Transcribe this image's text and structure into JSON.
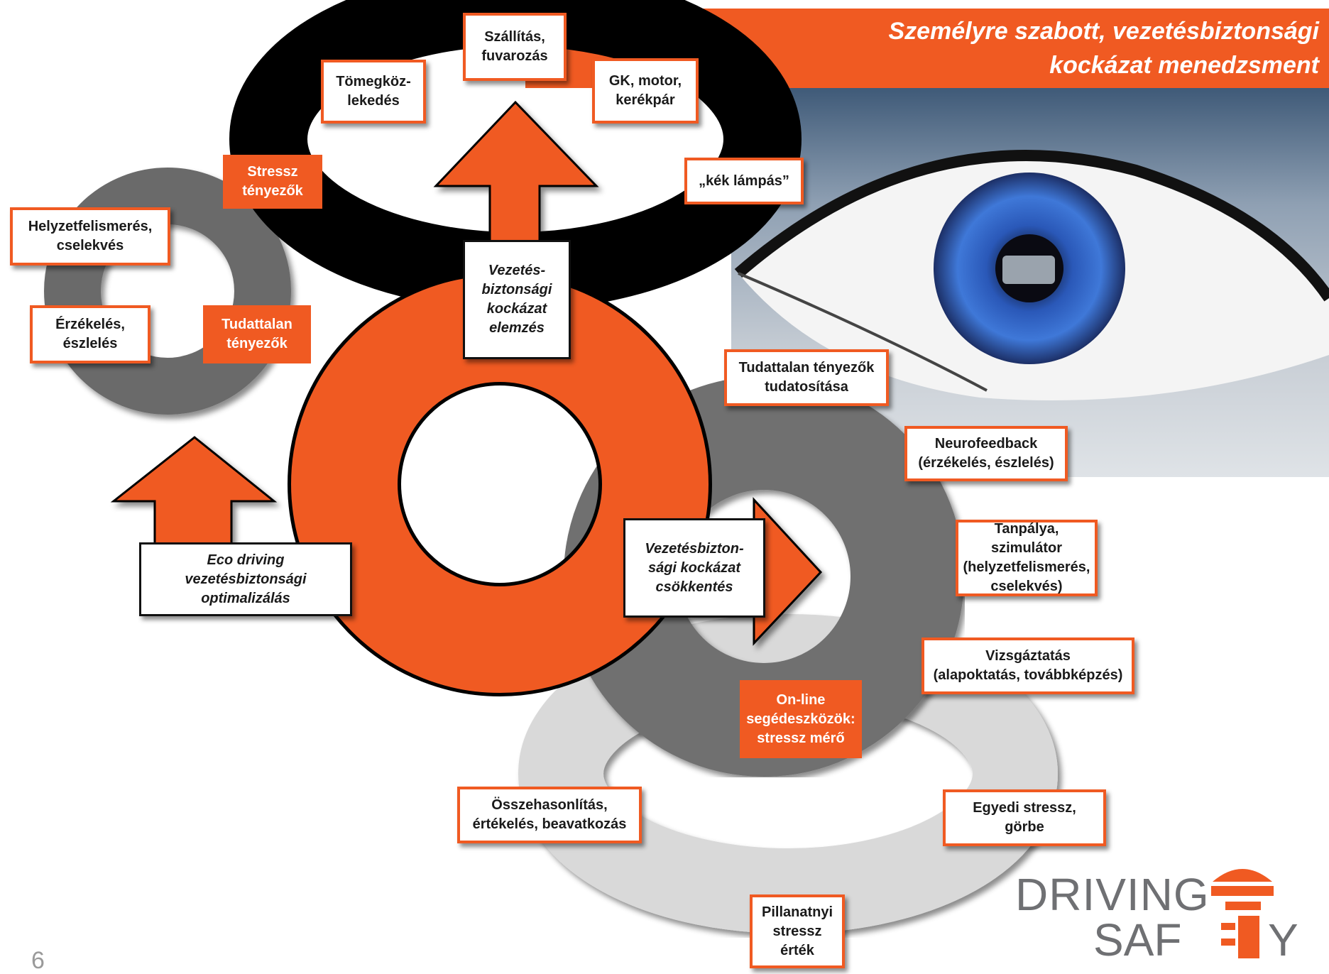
{
  "title": "Személyre szabott, vezetésbiztonsági\nkockázat menedzsment",
  "page_number": "6",
  "colors": {
    "accent": "#f05a22",
    "black_ring": "#000000",
    "dark_ring": "#6e6e6e",
    "light_ring": "#d9d9d9"
  },
  "center_label": "Vezetés-\nbiztonsági\nkockázat\nelemzés",
  "reduction_label": "Vezetésbizton-\nsági kockázat\ncsökkentés",
  "eco_label": "Eco driving\nvezetésbiztonsági\noptimalizálás",
  "top_ring": [
    "Tömegköz-\nlekedés",
    "Szállítás,\nfuvarozás",
    "GK, motor,\nkerékpár",
    "„kék lámpás”",
    "Stressz\ntényezők"
  ],
  "left_ring": [
    "Helyzetfelismerés,\ncselekvés",
    "Érzékelés,\nészlelés",
    "Tudattalan\ntényezők"
  ],
  "right_ring": [
    "Tudattalan tényezők\ntudatosítása",
    "Neurofeedback\n(érzékelés, észlelés)",
    "Tanpálya, szimulátor\n(helyzetfelismerés,\ncselekvés)",
    "Vizsgáztatás\n(alapoktatás, továbbképzés)",
    "On-line\nsegédeszközök:\nstressz mérő"
  ],
  "bottom_ring": [
    "Összehasonlítás,\nértékelés, beavatkozás",
    "Egyedi stressz,\ngörbe",
    "Pillanatnyi\nstressz\nérték"
  ],
  "logo": {
    "line1": "DRIVING",
    "line2": "SAF",
    "line3": "Y"
  }
}
